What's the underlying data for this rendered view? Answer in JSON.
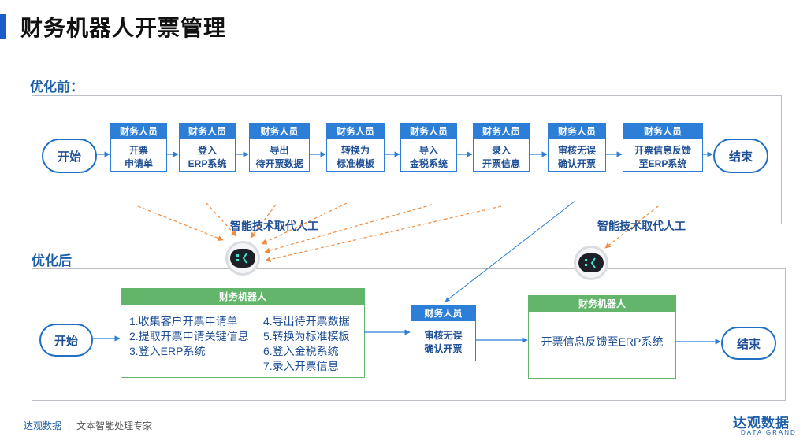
{
  "title": "财务机器人开票管理",
  "before": {
    "label": "优化前：",
    "start": "开始",
    "end": "结束",
    "steps": [
      {
        "role": "财务人员",
        "l1": "开票",
        "l2": "申请单"
      },
      {
        "role": "财务人员",
        "l1": "登入",
        "l2": "ERP系统"
      },
      {
        "role": "财务人员",
        "l1": "导出",
        "l2": "待开票数据"
      },
      {
        "role": "财务人员",
        "l1": "转换为",
        "l2": "标准模板"
      },
      {
        "role": "财务人员",
        "l1": "导入",
        "l2": "金税系统"
      },
      {
        "role": "财务人员",
        "l1": "录入",
        "l2": "开票信息"
      },
      {
        "role": "财务人员",
        "l1": "审核无误",
        "l2": "确认开票"
      },
      {
        "role": "财务人员",
        "l1": "开票信息反馈",
        "l2": "至ERP系统"
      }
    ]
  },
  "replace_label_1": "智能技术取代人工",
  "replace_label_2": "智能技术取代人工",
  "after": {
    "label": "优化后",
    "start": "开始",
    "end": "结束",
    "robot1": {
      "title": "财务机器人",
      "col1": [
        "1.收集客户开票申请单",
        "2.提取开票申请关键信息",
        "3.登入ERP系统"
      ],
      "col2": [
        "4.导出待开票数据",
        "5.转换为标准模板",
        "6.登入金税系统",
        "7.录入开票信息"
      ]
    },
    "human": {
      "role": "财务人员",
      "l1": "审核无误",
      "l2": "确认开票"
    },
    "robot2": {
      "title": "财务机器人",
      "text": "开票信息反馈至ERP系统"
    }
  },
  "footer": {
    "brand": "达观数据",
    "separator": "|",
    "tagline": "文本智能处理专家"
  },
  "logo": {
    "main": "达观数据",
    "sub": "DATA GRAND"
  },
  "colors": {
    "primary": "#2c7ed6",
    "green": "#62b56a",
    "arrow_orange": "#f08a3c",
    "frame": "#b9bec5"
  }
}
